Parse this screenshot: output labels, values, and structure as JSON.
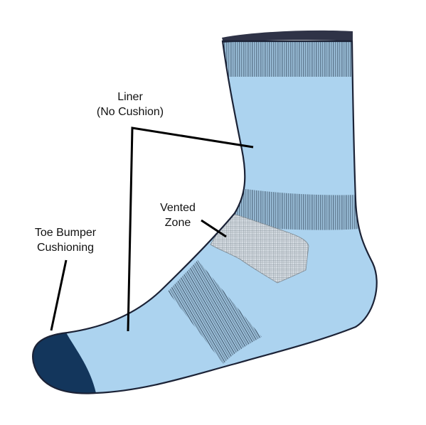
{
  "labels": {
    "liner": {
      "line1": "Liner",
      "line2": "(No Cushion)"
    },
    "vented": {
      "line1": "Vented",
      "line2": "Zone"
    },
    "toe": {
      "line1": "Toe Bumper",
      "line2": "Cushioning"
    }
  },
  "colors": {
    "sock_fill": "#acd3ef",
    "outline": "#1b2236",
    "toe_fill": "#13365c",
    "cuff_band": "#2f3347",
    "rib_stripe": "#3d5266",
    "mesh_fill": "#d6dde3",
    "mesh_line": "#7d8891",
    "leader_line": "#000000"
  }
}
